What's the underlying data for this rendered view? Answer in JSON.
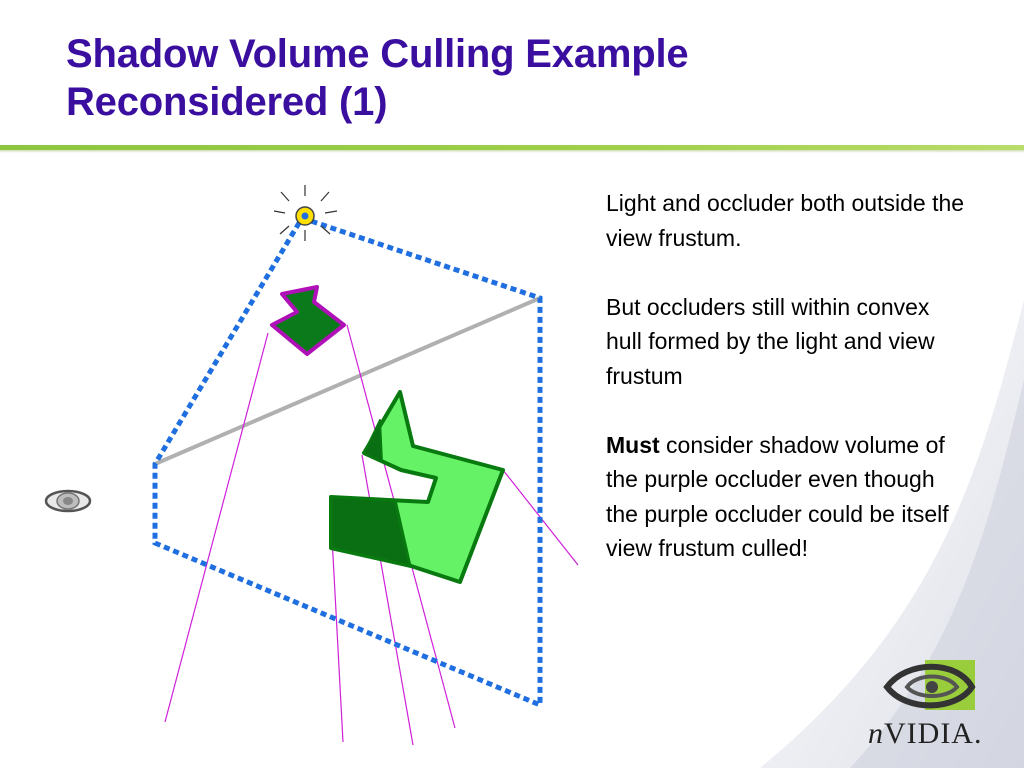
{
  "slide": {
    "title_line1": "Shadow Volume Culling Example",
    "title_line2": "Reconsidered (1)"
  },
  "body": {
    "paragraph1": "Light and occluder both outside the view frustum.",
    "paragraph2": "But occluders still within convex hull formed by the light and view frustum",
    "paragraph3_bold": "Must",
    "paragraph3_rest": " consider shadow volume of the purple occluder even though the purple occluder could be itself view frustum culled!"
  },
  "logo": {
    "brand_prefix": "n",
    "brand_rest": "VIDIA."
  },
  "colors": {
    "title": "#3a0fa0",
    "rule": "#8cc63f",
    "frustum_dash": "#1f6fe0",
    "purple_occluder_fill": "#0a7a1a",
    "purple_occluder_outline": "#b010b8",
    "green_occluder_fill": "#66f266",
    "green_occluder_shadow": "#0a6e12",
    "shadow_ray": "#d020d8",
    "far_line": "#b0b0b0"
  }
}
